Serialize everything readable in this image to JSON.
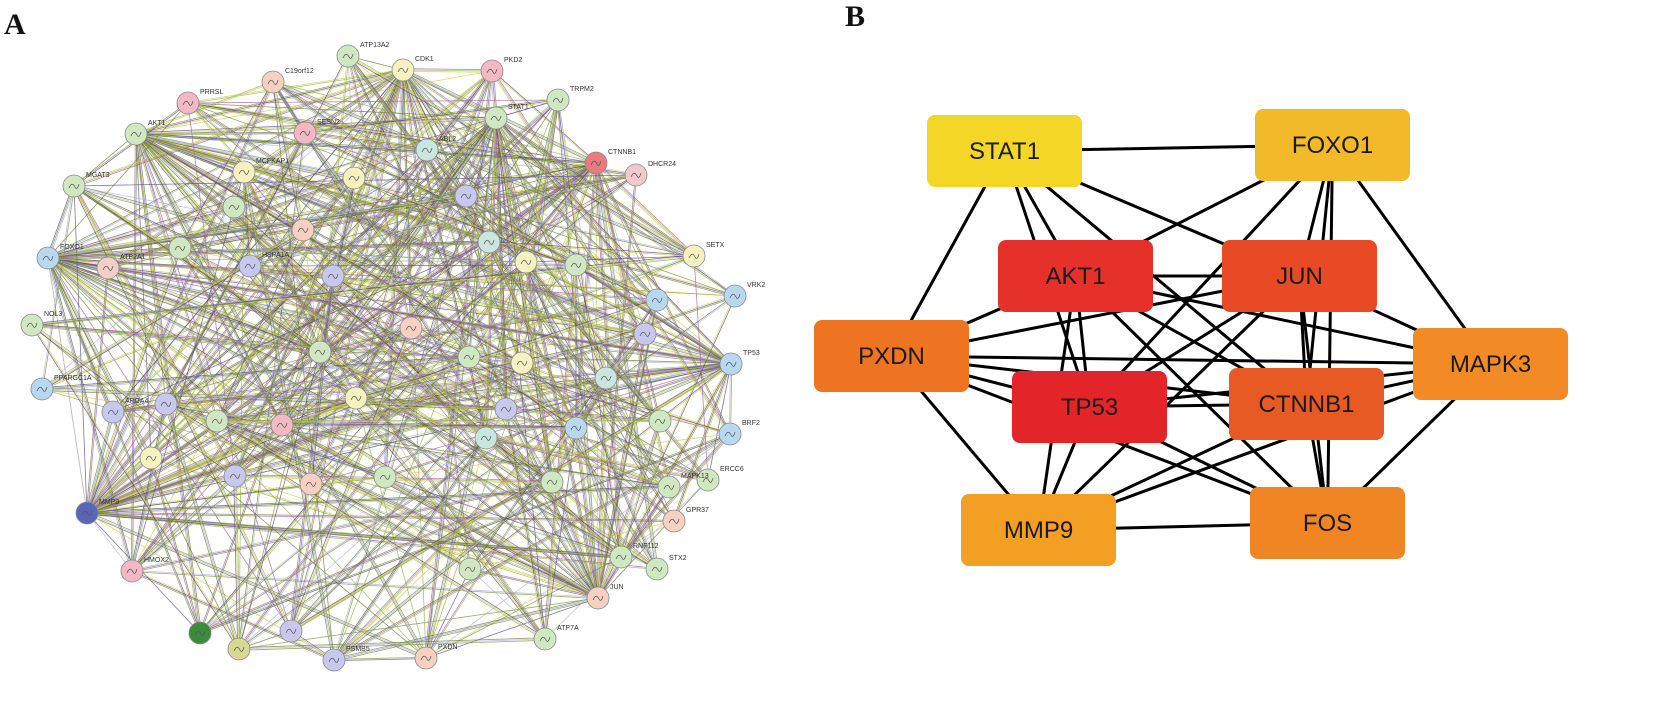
{
  "panels": {
    "a_label": "A",
    "b_label": "B"
  },
  "panel_a": {
    "nodes": [
      {
        "label": "CDK1",
        "color": "#f6f2c0"
      },
      {
        "label": "ATP13A2",
        "color": "#cfe8c2"
      },
      {
        "label": "C19orf12",
        "color": "#f6d0c0"
      },
      {
        "label": "PKD2",
        "color": "#f2b8c4"
      },
      {
        "label": "PRRSL",
        "color": "#f2b8c4"
      },
      {
        "label": "TRPM2",
        "color": "#cfe8c2"
      },
      {
        "label": "AKT1",
        "color": "#cfe8c2"
      },
      {
        "label": "SESN2",
        "color": "#f2b8c4"
      },
      {
        "label": "STAT1",
        "color": "#cfe8c2"
      },
      {
        "label": "ABL2",
        "color": "#c9e6df"
      },
      {
        "label": "CTNNB1",
        "color": "#e87a80"
      },
      {
        "label": "DHCR24",
        "color": "#f2c8d0"
      },
      {
        "label": "MGAT3",
        "color": "#cfe8c2"
      },
      {
        "label": "MCFKAP1",
        "color": "#f6f2c0"
      },
      {
        "label": "FOXO1",
        "color": "#b8d8f0"
      },
      {
        "label": "ATP2A1",
        "color": "#f2d0c8"
      },
      {
        "label": "HSPA1A",
        "color": "#c8c8ee"
      },
      {
        "label": "SETX",
        "color": "#f6f2c0"
      },
      {
        "label": "VRK2",
        "color": "#b8d8f0"
      },
      {
        "label": "TP53",
        "color": "#b8d8f0"
      },
      {
        "label": "PXDN",
        "color": "#f6d0c0"
      },
      {
        "label": "JUN",
        "color": "#f6d0c0"
      },
      {
        "label": "MMP9",
        "color": "#5a64b8"
      },
      {
        "label": "HMOX2",
        "color": "#f2b8c4"
      },
      {
        "label": "GPR37",
        "color": "#f6d0c0"
      },
      {
        "label": "STX2",
        "color": "#cfe8c2"
      },
      {
        "label": "ATP7A",
        "color": "#cfe8c2"
      },
      {
        "label": "PSMB5",
        "color": "#c8c8ee"
      },
      {
        "label": "RNF112",
        "color": "#cfe8c2"
      },
      {
        "label": "ERCC6",
        "color": "#cfe8c2"
      },
      {
        "label": "BRF2",
        "color": "#b8d8f0"
      },
      {
        "label": "MAPK13",
        "color": "#cfe8c2"
      },
      {
        "label": "PPARGC1A",
        "color": "#b8d8f0"
      },
      {
        "label": "NOL3",
        "color": "#cfe8c2"
      },
      {
        "label": "APOA4",
        "color": "#c8c8ee"
      },
      {
        "label": "",
        "color": "#cfe8c2"
      },
      {
        "label": "",
        "color": "#f6f2c0"
      },
      {
        "label": "",
        "color": "#c8c8ee"
      },
      {
        "label": "",
        "color": "#c9e6df"
      },
      {
        "label": "",
        "color": "#f6d0c0"
      },
      {
        "label": "",
        "color": "#cfe8c2"
      },
      {
        "label": "",
        "color": "#c8c8ee"
      },
      {
        "label": "",
        "color": "#f6f2c0"
      },
      {
        "label": "",
        "color": "#cfe8c2"
      },
      {
        "label": "",
        "color": "#b8d8f0"
      },
      {
        "label": "",
        "color": "#c8c8ee"
      },
      {
        "label": "",
        "color": "#f6d0c0"
      },
      {
        "label": "",
        "color": "#cfe8c2"
      },
      {
        "label": "",
        "color": "#f6f2c0"
      },
      {
        "label": "",
        "color": "#c9e6df"
      },
      {
        "label": "",
        "color": "#c8c8ee"
      },
      {
        "label": "",
        "color": "#cfe8c2"
      },
      {
        "label": "",
        "color": "#f2b8c4"
      },
      {
        "label": "",
        "color": "#f6f2c0"
      },
      {
        "label": "",
        "color": "#cfe8c2"
      },
      {
        "label": "",
        "color": "#c8c8ee"
      },
      {
        "label": "",
        "color": "#b8d8f0"
      },
      {
        "label": "",
        "color": "#cfe8c2"
      },
      {
        "label": "",
        "color": "#f6f2c0"
      },
      {
        "label": "",
        "color": "#c8c8ee"
      },
      {
        "label": "",
        "color": "#cfe8c2"
      },
      {
        "label": "",
        "color": "#c9e6df"
      },
      {
        "label": "",
        "color": "#f6d0c0"
      },
      {
        "label": "",
        "color": "#cfe8c2"
      },
      {
        "label": "",
        "color": "#3a8c3a"
      },
      {
        "label": "",
        "color": "#d8d890"
      },
      {
        "label": "",
        "color": "#c8c8ee"
      },
      {
        "label": "",
        "color": "#cfe8c2"
      }
    ],
    "edge_colors": [
      "#6b7a2e",
      "#a05fb0",
      "#8fb04a",
      "#d4c94a",
      "#5a4a8a",
      "#7a8f3a",
      "#b0b0e0"
    ]
  },
  "panel_b": {
    "nodes": [
      {
        "id": "STAT1",
        "label": "STAT1",
        "color": "#f3d626"
      },
      {
        "id": "FOXO1",
        "label": "FOXO1",
        "color": "#f2b92a"
      },
      {
        "id": "AKT1",
        "label": "AKT1",
        "color": "#e5312a"
      },
      {
        "id": "JUN",
        "label": "JUN",
        "color": "#e94a26"
      },
      {
        "id": "PXDN",
        "label": "PXDN",
        "color": "#ee7422"
      },
      {
        "id": "MAPK3",
        "label": "MAPK3",
        "color": "#f28b25"
      },
      {
        "id": "TP53",
        "label": "TP53",
        "color": "#e3252a"
      },
      {
        "id": "CTNNB1",
        "label": "CTNNB1",
        "color": "#e85a24"
      },
      {
        "id": "MMP9",
        "label": "MMP9",
        "color": "#f39f24"
      },
      {
        "id": "FOS",
        "label": "FOS",
        "color": "#f08524"
      }
    ],
    "edges": [
      [
        "STAT1",
        "FOXO1"
      ],
      [
        "STAT1",
        "AKT1"
      ],
      [
        "STAT1",
        "JUN"
      ],
      [
        "STAT1",
        "PXDN"
      ],
      [
        "STAT1",
        "TP53"
      ],
      [
        "STAT1",
        "CTNNB1"
      ],
      [
        "FOXO1",
        "AKT1"
      ],
      [
        "FOXO1",
        "JUN"
      ],
      [
        "FOXO1",
        "MAPK3"
      ],
      [
        "FOXO1",
        "TP53"
      ],
      [
        "FOXO1",
        "CTNNB1"
      ],
      [
        "FOXO1",
        "FOS"
      ],
      [
        "AKT1",
        "JUN"
      ],
      [
        "AKT1",
        "PXDN"
      ],
      [
        "AKT1",
        "TP53"
      ],
      [
        "AKT1",
        "CTNNB1"
      ],
      [
        "AKT1",
        "MAPK3"
      ],
      [
        "AKT1",
        "MMP9"
      ],
      [
        "AKT1",
        "FOS"
      ],
      [
        "JUN",
        "PXDN"
      ],
      [
        "JUN",
        "TP53"
      ],
      [
        "JUN",
        "CTNNB1"
      ],
      [
        "JUN",
        "MAPK3"
      ],
      [
        "JUN",
        "MMP9"
      ],
      [
        "JUN",
        "FOS"
      ],
      [
        "PXDN",
        "TP53"
      ],
      [
        "PXDN",
        "CTNNB1"
      ],
      [
        "PXDN",
        "MAPK3"
      ],
      [
        "PXDN",
        "MMP9"
      ],
      [
        "PXDN",
        "FOS"
      ],
      [
        "TP53",
        "CTNNB1"
      ],
      [
        "TP53",
        "MAPK3"
      ],
      [
        "TP53",
        "MMP9"
      ],
      [
        "TP53",
        "FOS"
      ],
      [
        "CTNNB1",
        "MAPK3"
      ],
      [
        "CTNNB1",
        "MMP9"
      ],
      [
        "CTNNB1",
        "FOS"
      ],
      [
        "MAPK3",
        "MMP9"
      ],
      [
        "MAPK3",
        "FOS"
      ],
      [
        "MMP9",
        "FOS"
      ]
    ]
  }
}
